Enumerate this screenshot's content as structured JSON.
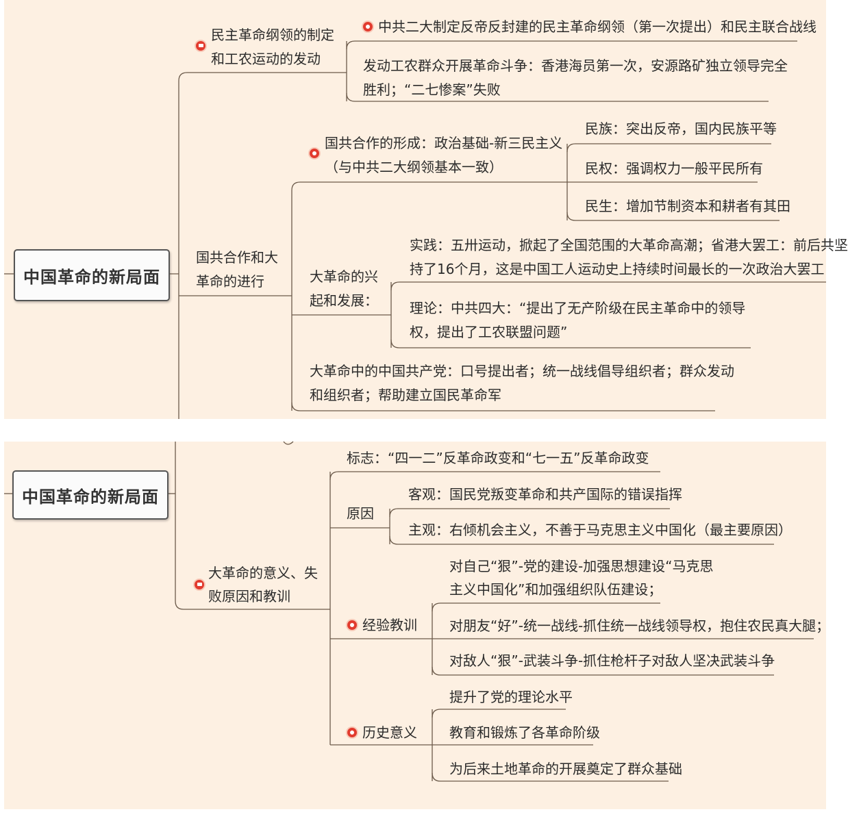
{
  "panel1": {
    "root": "中国革命的新局面",
    "branch_program": [
      "民主革命纲领的制定",
      "和工农运动的发动"
    ],
    "program_item1": "中共二大制定反帝反封建的民主革命纲领（第一次提出）和民主联合战线",
    "program_item2": [
      "发动工农群众开展革命斗争：香港海员第一次，安源路矿独立领导完全",
      "胜利；“二七惨案”失败"
    ],
    "branch_coop": [
      "国共合作和大",
      "革命的进行"
    ],
    "coop_formation": [
      "国共合作的形成：政治基础-新三民主义",
      "（与中共二大纲领基本一致）"
    ],
    "minzu": "民族：突出反帝，国内民族平等",
    "minquan": "民权：强调权力一般平民所有",
    "minsheng": "民生：增加节制资本和耕者有其田",
    "rise": [
      "大革命的兴",
      "起和发展："
    ],
    "practice": [
      "实践：五卅运动，掀起了全国范围的大革命高潮；省港大罢工：前后共坚",
      "持了16个月，这是中国工人运动史上持续时间最长的一次政治大罢工"
    ],
    "theory": [
      "理论：中共四大：“提出了无产阶级在民主革命中的领导",
      "权，提出了工农联盟问题”"
    ],
    "party_role": [
      "大革命中的中国共产党：口号提出者；统一战线倡导组织者；群众发动",
      "和组织者；帮助建立国民革命军"
    ]
  },
  "panel2": {
    "root": "中国革命的新局面",
    "branch": [
      "大革命的意义、失",
      "败原因和教训"
    ],
    "sign": "标志：“四一二”反革命政变和“七一五”反革命政变",
    "cause": "原因",
    "objective": "客观：国民党叛变革命和共产国际的错误指挥",
    "subjective": "主观：右倾机会主义，不善于马克思主义中国化（最主要原因）",
    "lesson": "经验教训",
    "self": [
      "对自己“狠”-党的建设-加强思想建设“马克思",
      "主义中国化”和加强组织队伍建设；"
    ],
    "friends": "对朋友“好”-统一战线-抓住统一战线领导权，抱住农民真大腿；",
    "enemy": "对敌人“狠”-武装斗争-抓住枪杆子对敌人坚决武装斗争",
    "significance": "历史意义",
    "sig1": "提升了党的理论水平",
    "sig2": "教育和锻炼了各革命阶级",
    "sig3": "为后来土地革命的开展奠定了群众基础"
  },
  "colors": {
    "background": "#fdf0e2",
    "line": "#6b5a4a",
    "icon": "#e23b2e"
  },
  "icons": [
    "star-badge-icon",
    "flag-badge-icon"
  ]
}
